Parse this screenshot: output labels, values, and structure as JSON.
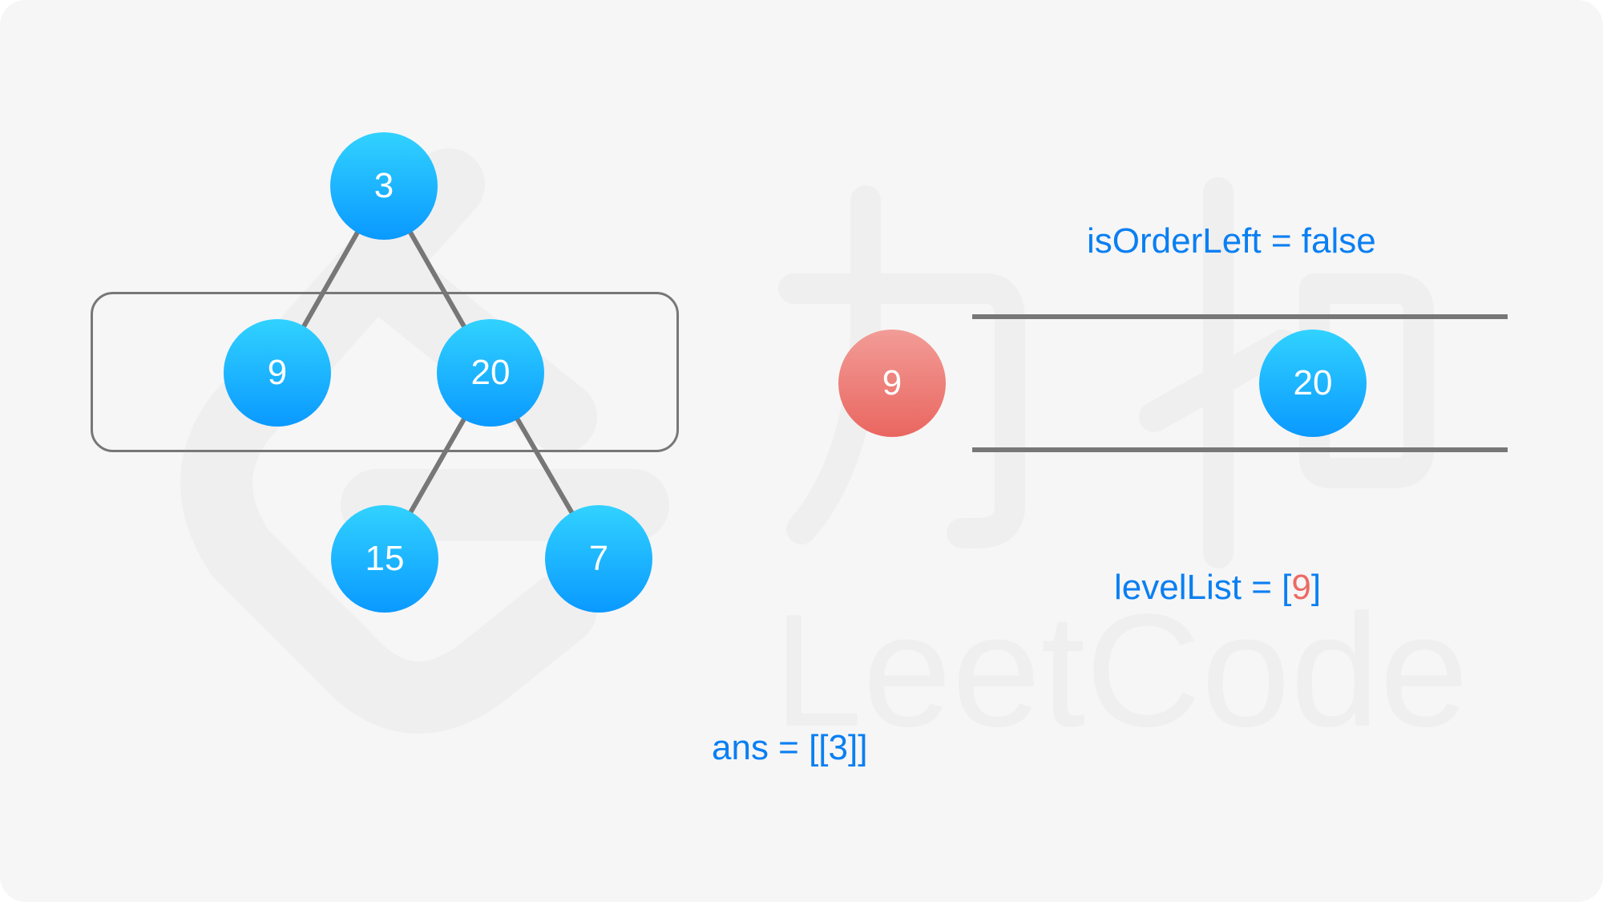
{
  "colors": {
    "background": "#f6f6f6",
    "node_blue_top": "#31d2ff",
    "node_blue_bottom": "#0a99ff",
    "node_red_top": "#f29c97",
    "node_red_bottom": "#ea6660",
    "text_blue": "#0a7ff2",
    "text_red": "#ec6a64",
    "edge_gray": "#777777"
  },
  "watermark": {
    "text": "LeetCode",
    "logo": "leetcode-logo-icon",
    "chinese": "力扣"
  },
  "tree": {
    "nodes": [
      {
        "id": "n3",
        "value": "3"
      },
      {
        "id": "n9",
        "value": "9"
      },
      {
        "id": "n20",
        "value": "20"
      },
      {
        "id": "n15",
        "value": "15"
      },
      {
        "id": "n7",
        "value": "7"
      }
    ],
    "edges": [
      [
        "3",
        "9"
      ],
      [
        "3",
        "20"
      ],
      [
        "20",
        "15"
      ],
      [
        "20",
        "7"
      ]
    ],
    "highlighted_level": [
      "9",
      "20"
    ]
  },
  "deque": {
    "popped_node": "9",
    "contents": [
      "20"
    ]
  },
  "labels": {
    "is_order_left": "isOrderLeft = false",
    "level_list_prefix": "levelList = [",
    "level_list_value": "9",
    "level_list_suffix": "]",
    "ans": "ans = [[3]]"
  }
}
